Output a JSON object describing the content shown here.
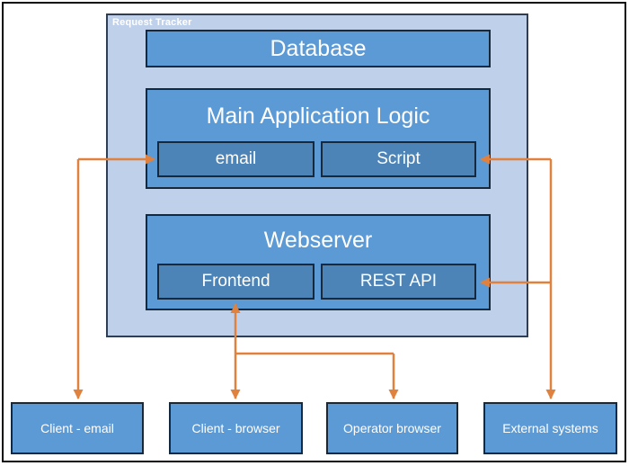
{
  "diagram": {
    "container_label": "Request Tracker",
    "database_label": "Database",
    "main_app": {
      "title": "Main Application Logic",
      "email_label": "email",
      "script_label": "Script"
    },
    "webserver": {
      "title": "Webserver",
      "frontend_label": "Frontend",
      "rest_api_label": "REST API"
    },
    "external_nodes": [
      "Client - email",
      "Client - browser",
      "Operator browser",
      "External systems"
    ]
  },
  "colors": {
    "container_fill": "#bed0ea",
    "box_fill": "#5b9ad5",
    "subbox_fill": "#4d84b8",
    "box_border": "#16283c",
    "arrow": "#e0813e",
    "text": "#ffffff",
    "page_border": "#0a0a0a"
  }
}
